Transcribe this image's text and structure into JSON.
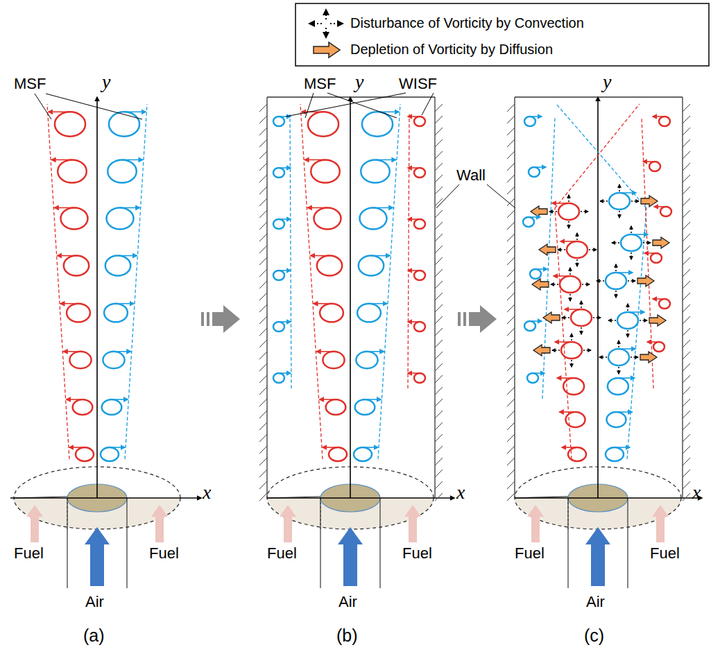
{
  "diagram": {
    "labels": [
      "MSF",
      "y",
      "x",
      "Fuel",
      "Fuel",
      "Air",
      "(a)",
      "MSF",
      "WISF",
      "y",
      "x",
      "Fuel",
      "Fuel",
      "Air",
      "(b)",
      "Wall",
      "y",
      "x",
      "Fuel",
      "Fuel",
      "Air",
      "(c)"
    ],
    "legend": [
      {
        "text": "Disturbance of Vorticity by Convection"
      },
      {
        "text": "Depletion of Vorticity by Diffusion"
      }
    ]
  }
}
